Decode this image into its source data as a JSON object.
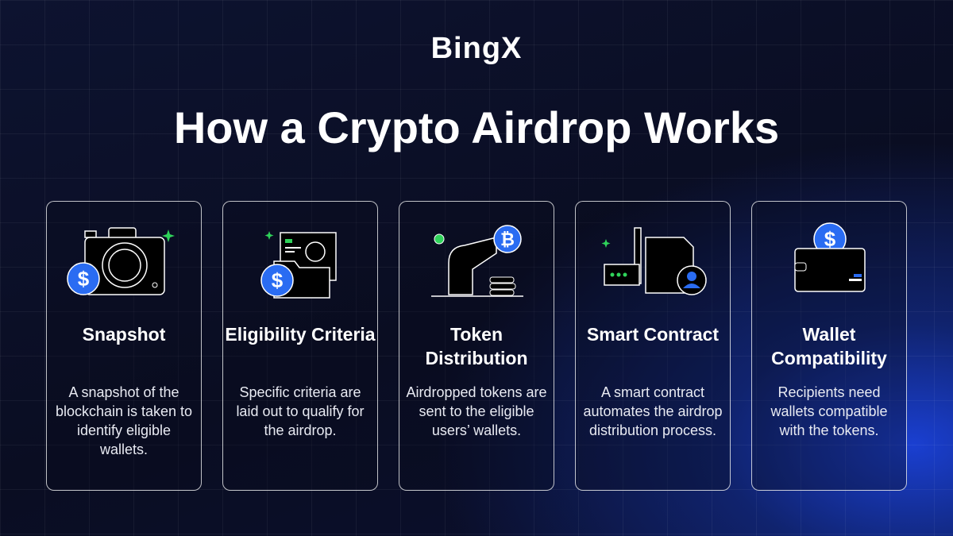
{
  "brand": "BingX",
  "title": "How a Crypto Airdrop Works",
  "colors": {
    "accent": "#2a6cf2",
    "sparkle": "#2fd35a"
  },
  "cards": [
    {
      "title": "Snapshot",
      "desc": "A snapshot of the blockchain is taken to identify eligible wallets.",
      "icon": "camera-dollar-icon"
    },
    {
      "title": "Eligibility Criteria",
      "desc": "Specific criteria are laid out to qualify for the airdrop.",
      "icon": "folder-search-dollar-icon"
    },
    {
      "title": "Token Distribution",
      "desc": "Airdropped tokens are sent to the eligible users’ wallets.",
      "icon": "robot-arm-bitcoin-icon"
    },
    {
      "title": "Smart Contract",
      "desc": "A smart contract automates the airdrop distribution process.",
      "icon": "contract-user-icon"
    },
    {
      "title": "Wallet Compatibility",
      "desc": "Recipients need wallets compatible with the tokens.",
      "icon": "wallet-dollar-icon"
    }
  ]
}
